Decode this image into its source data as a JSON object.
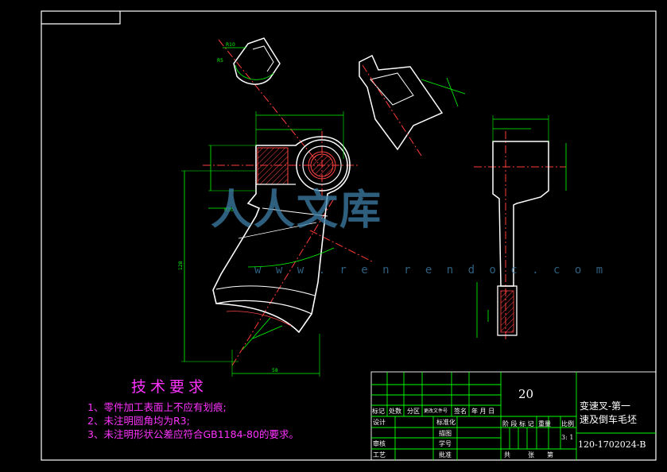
{
  "title_block": {
    "quantity": "20",
    "name_line1": "变速叉-第一",
    "name_line2": "速及倒车毛坯",
    "drawing_number": "120-1702024-B",
    "scale": "3: 1",
    "labels": {
      "mark": "标记",
      "count": "处数",
      "zone": "分区",
      "change_doc": "更改文件号",
      "sign": "签名",
      "date": "年 月 日",
      "design": "设计",
      "standardize": "标准化",
      "drafting": "描图",
      "check": "审核",
      "student_id": "学号",
      "process": "工艺",
      "approve": "批准",
      "stage_mark": "阶 段 标 记",
      "weight": "重量",
      "ratio": "比例",
      "total": "共",
      "sheet": "张",
      "nth": "第"
    }
  },
  "technical_requirements": {
    "title": "技术要求",
    "items": [
      "1、零件加工表面上不应有划痕;",
      "2、未注明圆角均为R3;",
      "3、未注明形状公差应符合GB1184-80的要求。"
    ]
  },
  "watermark": {
    "text": "人人文库",
    "url": "w w w . r e n r e n d o c . c o m"
  },
  "dimensions": {
    "r10_top": "R10",
    "r5_top": "R5",
    "r10_left": "R10",
    "d58": "58",
    "d128": "128"
  },
  "colors": {
    "frame": "#ffffff",
    "dimension": "#00ff00",
    "center_line": "#ff3b3b",
    "hatch": "#ff4444",
    "text_magenta": "#ff33ff",
    "watermark": "#3e7fa8"
  }
}
